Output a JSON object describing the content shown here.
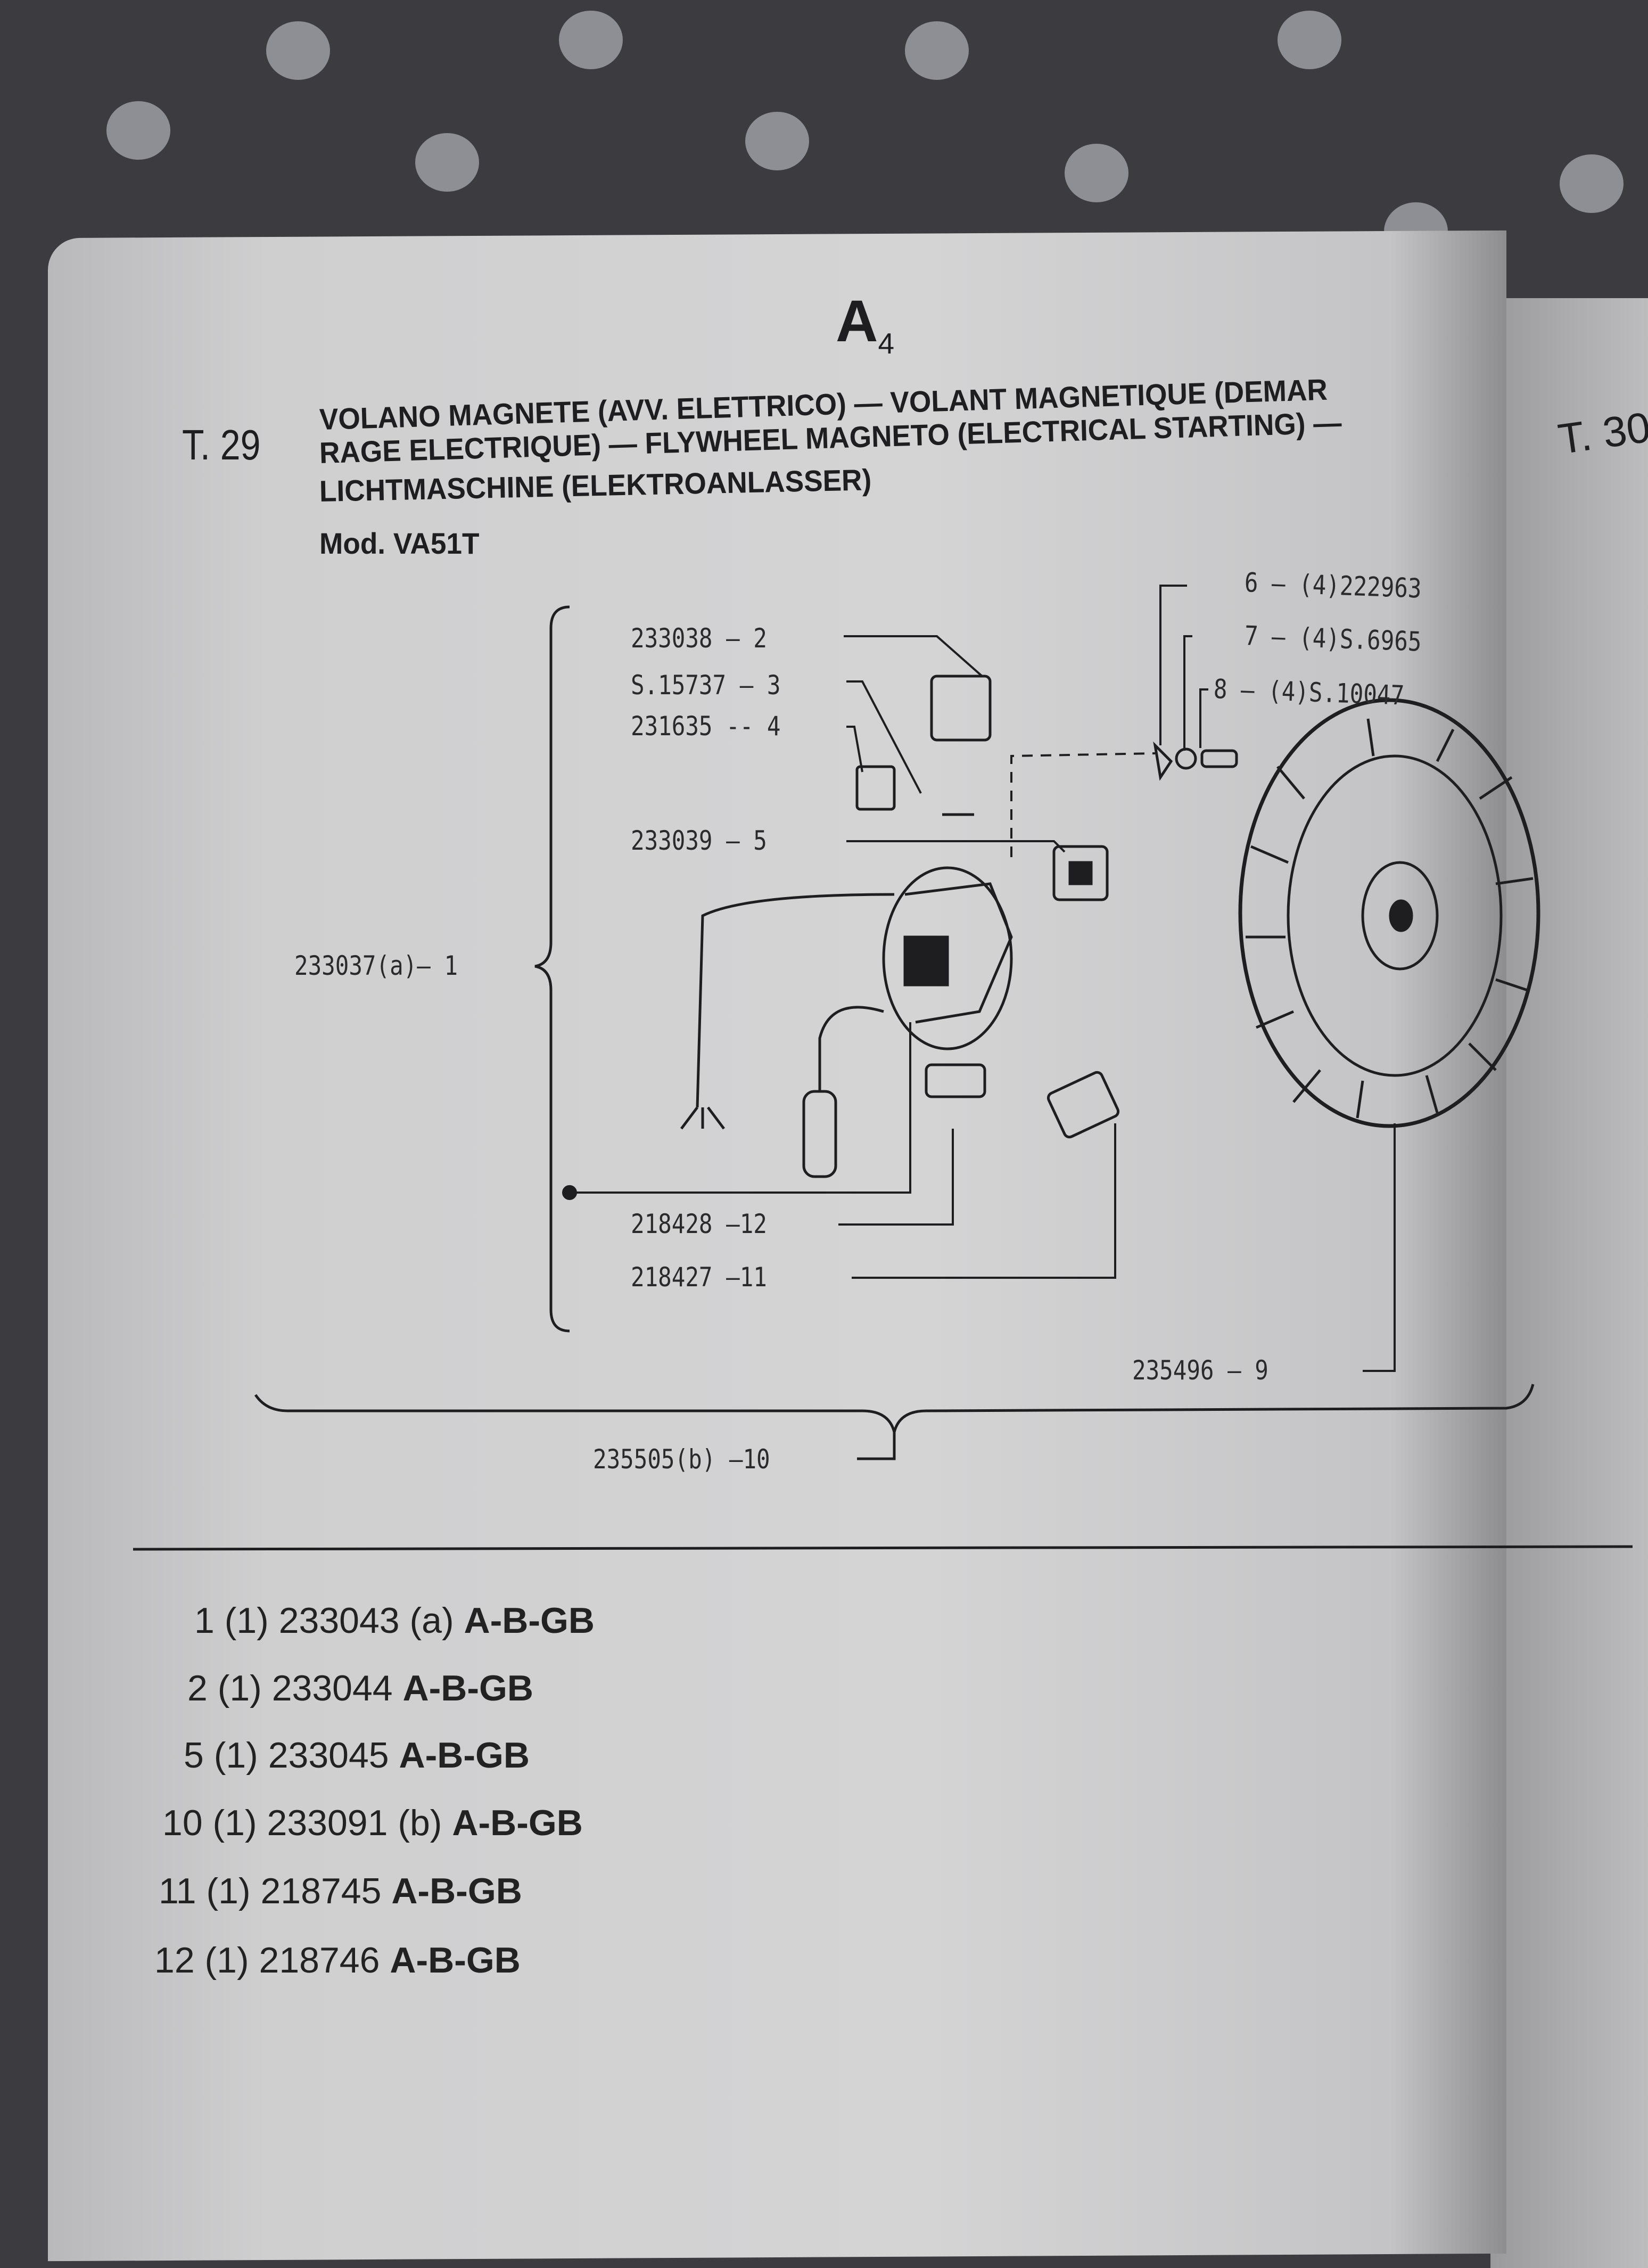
{
  "header": {
    "section": "A",
    "section_sub": "4"
  },
  "table": {
    "number": "T. 29",
    "next_number": "T. 30"
  },
  "title": {
    "line1": "VOLANO MAGNETE (AVV. ELETTRICO) — VOLANT MAGNETIQUE (DEMAR",
    "line2": "RAGE ELECTRIQUE) — FLYWHEEL MAGNETO (ELECTRICAL STARTING) —",
    "line3": "LICHTMASCHINE (ELEKTROANLASSER)",
    "model": "Mod. VA51T"
  },
  "diagram": {
    "labels": [
      {
        "ref": "2",
        "text": "233038 — 2"
      },
      {
        "ref": "3",
        "text": "S.15737 — 3"
      },
      {
        "ref": "4",
        "text": "231635 -- 4"
      },
      {
        "ref": "5",
        "text": "233039 — 5"
      },
      {
        "ref": "1",
        "text": "233037(a)— 1"
      },
      {
        "ref": "6",
        "text": "6 — (4)222963"
      },
      {
        "ref": "7",
        "text": "7 — (4)S.6965"
      },
      {
        "ref": "8",
        "text": "8 — (4)S.10047"
      },
      {
        "ref": "12",
        "text": "218428 —12"
      },
      {
        "ref": "11",
        "text": "218427 —11"
      },
      {
        "ref": "9",
        "text": "235496 — 9"
      },
      {
        "ref": "10",
        "text": "235505(b) —10"
      }
    ]
  },
  "parts_list": [
    {
      "ref": "1 (1) 233043 (a)",
      "codes": "A-B-GB"
    },
    {
      "ref": "2 (1) 233044",
      "codes": "A-B-GB"
    },
    {
      "ref": "5 (1) 233045",
      "codes": "A-B-GB"
    },
    {
      "ref": "10 (1) 233091 (b)",
      "codes": "A-B-GB"
    },
    {
      "ref": "11 (1) 218745",
      "codes": "A-B-GB"
    },
    {
      "ref": "12 (1) 218746",
      "codes": "A-B-GB"
    }
  ]
}
